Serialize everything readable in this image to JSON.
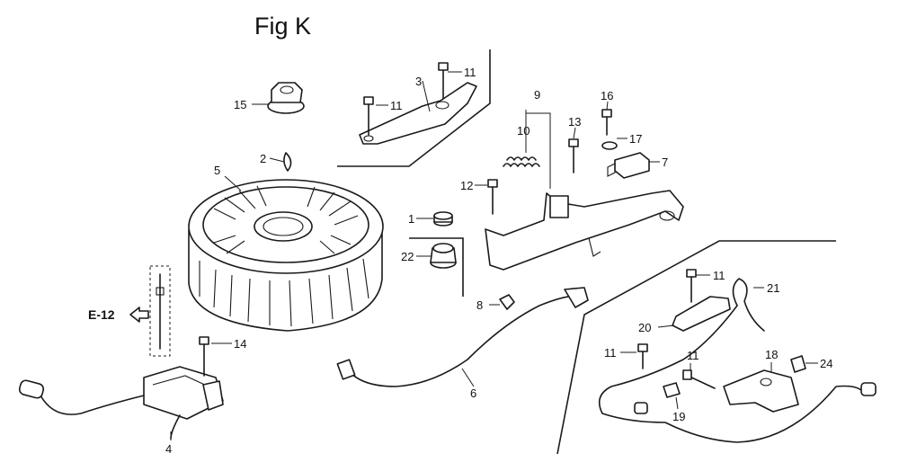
{
  "figure": {
    "title": "Fig K",
    "reference": "E-12"
  },
  "callouts": {
    "c1": "1",
    "c2": "2",
    "c3": "3",
    "c4": "4",
    "c5": "5",
    "c6": "6",
    "c7": "7",
    "c8": "8",
    "c9": "9",
    "c10": "10",
    "c11a": "11",
    "c11b": "11",
    "c11c": "11",
    "c11d": "11",
    "c11e": "11",
    "c12": "12",
    "c13": "13",
    "c14": "14",
    "c15": "15",
    "c16": "16",
    "c17": "17",
    "c18": "18",
    "c19": "19",
    "c20": "20",
    "c21": "21",
    "c22": "22",
    "c24": "24"
  }
}
